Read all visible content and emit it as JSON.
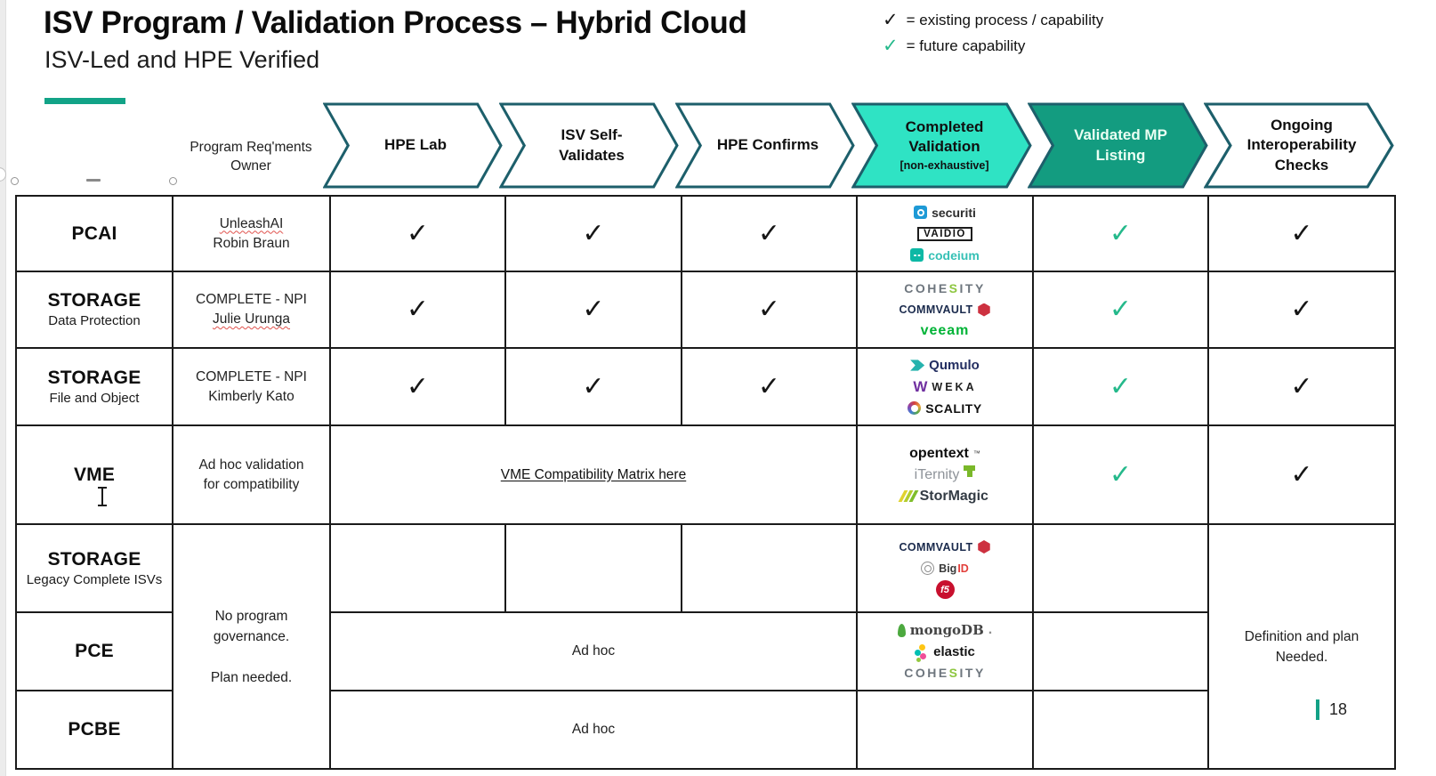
{
  "slide": {
    "title": "ISV Program / Validation Process – Hybrid Cloud",
    "subtitle": "ISV-Led and HPE Verified",
    "page_number": "18"
  },
  "legend": {
    "existing_mark": "✓",
    "existing_label": "= existing process / capability",
    "future_mark": "✓",
    "future_label": "= future capability"
  },
  "colors": {
    "accent_green": "#12a387",
    "chevron_border": "#1d5f6b",
    "chevron_fill_completed": "#2fe3c4",
    "chevron_fill_validated": "#139c80",
    "future_check_green": "#25b98b",
    "existing_check_black": "#161616"
  },
  "checks": {
    "mark": "✓"
  },
  "process_header": {
    "owner_label": "Program Req'ments Owner",
    "steps": [
      {
        "label": "HPE Lab"
      },
      {
        "label": "ISV Self-Validates"
      },
      {
        "label": "HPE Confirms"
      },
      {
        "label": "Completed Validation",
        "sublabel": "[non-exhaustive]"
      },
      {
        "label": "Validated MP Listing"
      },
      {
        "label": "Ongoing Interoperability Checks"
      }
    ]
  },
  "table": {
    "merged_owner_note1": "No program governance.",
    "merged_owner_note2": "Plan needed.",
    "definition_note1": "Definition and plan",
    "definition_note2": "Needed.",
    "rows": [
      {
        "name": "PCAI",
        "owner1": "UnleashAI",
        "owner2": "Robin Braun",
        "logos": [
          {
            "text": "securiti"
          },
          {
            "text": "VAIDIO"
          },
          {
            "text": "codeium"
          }
        ]
      },
      {
        "name": "STORAGE",
        "sub": "Data Protection",
        "owner1": "COMPLETE - NPI",
        "owner2": "Julie Urunga",
        "logos": [
          {
            "p1": "COHE",
            "p2": "S",
            "p3": "ITY"
          },
          {
            "text": "COMMVAULT"
          },
          {
            "text": "veeam"
          }
        ]
      },
      {
        "name": "STORAGE",
        "sub": "File and Object",
        "owner1": "COMPLETE - NPI",
        "owner2": "Kimberly Kato",
        "logos": [
          {
            "text": "Qumulo"
          },
          {
            "p1": "W",
            "p2": "WEKA"
          },
          {
            "text": "SCALITY"
          }
        ]
      },
      {
        "name": "VME",
        "owner1": "Ad hoc validation",
        "owner2": "for compatibility",
        "link": "VME Compatibility Matrix here",
        "logos": [
          {
            "text": "opentext",
            "sup": "™"
          },
          {
            "text": "iTernity"
          },
          {
            "text": "StorMagic"
          }
        ]
      },
      {
        "name": "STORAGE",
        "sub": "Legacy Complete ISVs",
        "logos": [
          {
            "text": "COMMVAULT"
          },
          {
            "p1": "Big",
            "p2": "ID"
          },
          {
            "text": "f5"
          }
        ]
      },
      {
        "name": "PCE",
        "adhoc": "Ad hoc",
        "logos": [
          {
            "text": "mongoDB",
            "suffix": "."
          },
          {
            "text": "elastic"
          },
          {
            "p1": "COHE",
            "p2": "S",
            "p3": "ITY"
          }
        ]
      },
      {
        "name": "PCBE",
        "adhoc": "Ad hoc"
      }
    ]
  }
}
